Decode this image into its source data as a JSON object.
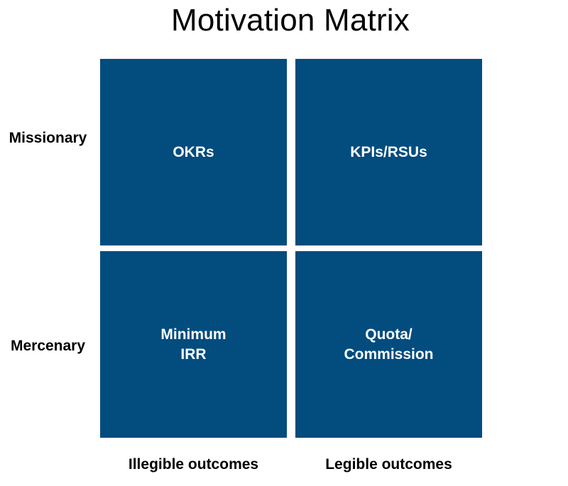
{
  "title": "Motivation Matrix",
  "rows": {
    "top": "Missionary",
    "bottom": "Mercenary"
  },
  "columns": {
    "left": "Illegible outcomes",
    "right": "Legible outcomes"
  },
  "quadrants": {
    "top_left": "OKRs",
    "top_right": "KPIs/RSUs",
    "bottom_left": "Minimum\nIRR",
    "bottom_right": "Quota/\nCommission"
  },
  "colors": {
    "quadrant_fill": "#034c7e",
    "quadrant_text": "#ffffff",
    "background": "#ffffff",
    "text": "#000000"
  }
}
